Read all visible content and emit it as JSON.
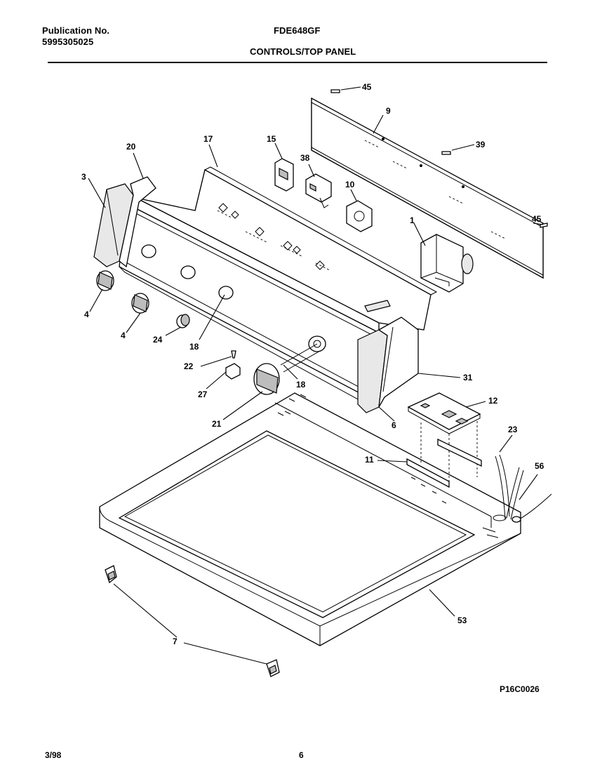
{
  "header": {
    "pub_label": "Publication No.",
    "pub_number": "5995305025",
    "model": "FDE648GF",
    "section": "CONTROLS/TOP PANEL"
  },
  "diagram": {
    "callouts": {
      "c45a": "45",
      "c9": "9",
      "c39": "39",
      "c45b": "45",
      "c20": "20",
      "c17": "17",
      "c15": "15",
      "c38": "38",
      "c10": "10",
      "c3": "3",
      "c1": "1",
      "c4a": "4",
      "c4b": "4",
      "c24": "24",
      "c18a": "18",
      "c22": "22",
      "c27": "27",
      "c18b": "18",
      "c31": "31",
      "c21": "21",
      "c6": "6",
      "c12": "12",
      "c23": "23",
      "c11": "11",
      "c56": "56",
      "c53": "53",
      "c7": "7"
    },
    "drawing_id": "P16C0026"
  },
  "footer": {
    "date": "3/98",
    "page": "6"
  }
}
